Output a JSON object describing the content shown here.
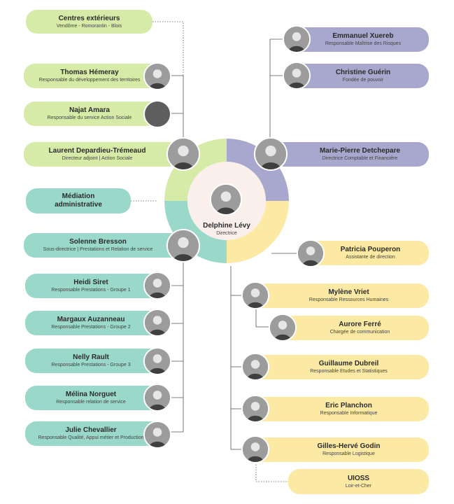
{
  "centre": {
    "name": "Delphine Lévy",
    "role": "Directrice"
  },
  "exterieurs": {
    "name": "Centres extérieurs",
    "role": "Vendôme - Romorantin - Blois"
  },
  "mediation": {
    "line1": "Médiation",
    "line2": "administrative"
  },
  "uioss": {
    "name": "UIOSS",
    "role": "Loir-et-Cher"
  },
  "green": [
    {
      "name": "Thomas Hémeray",
      "role": "Responsable du développement des territoires"
    },
    {
      "name": "Najat Amara",
      "role": "Responsable du service Action Sociale"
    },
    {
      "name": "Laurent Depardieu-Trémeaud",
      "role": "Directeur adjoint | Action Sociale"
    }
  ],
  "teal": [
    {
      "name": "Solenne Bresson",
      "role": "Sous-directrice | Prestations et Relation de service"
    },
    {
      "name": "Heidi Siret",
      "role": "Responsable Prestations - Groupe 1"
    },
    {
      "name": "Margaux Auzanneau",
      "role": "Responsable Prestations - Groupe 2"
    },
    {
      "name": "Nelly Rault",
      "role": "Responsable Prestations - Groupe 3"
    },
    {
      "name": "Mélina Norguet",
      "role": "Responsable relation de service"
    },
    {
      "name": "Julie Chevallier",
      "role": "Responsable Qualité, Appui métier et Production"
    }
  ],
  "purple": [
    {
      "name": "Emmanuel Xuereb",
      "role": "Responsable Maîtrise des Risques"
    },
    {
      "name": "Christine Guérin",
      "role": "Fondée de pouvoir"
    },
    {
      "name": "Marie-Pierre Detchepare",
      "role": "Directrice Comptable et Financière"
    }
  ],
  "yellow": [
    {
      "name": "Patricia Pouperon",
      "role": "Assistante de direction"
    },
    {
      "name": "Mylène Vriet",
      "role": "Responsable Ressources Humaines"
    },
    {
      "name": "Aurore Ferré",
      "role": "Chargée de communication"
    },
    {
      "name": "Guillaume Dubreil",
      "role": "Responsable Etudes et Statistiques"
    },
    {
      "name": "Eric Planchon",
      "role": "Responsable Informatique"
    },
    {
      "name": "Gilles-Hervé Godin",
      "role": "Responsable Logistique"
    }
  ],
  "colors": {
    "green": "#d6eba7",
    "teal": "#9ad8c9",
    "purple": "#a8a7ce",
    "yellow": "#fce9a3",
    "centre": "#fbefeb"
  }
}
